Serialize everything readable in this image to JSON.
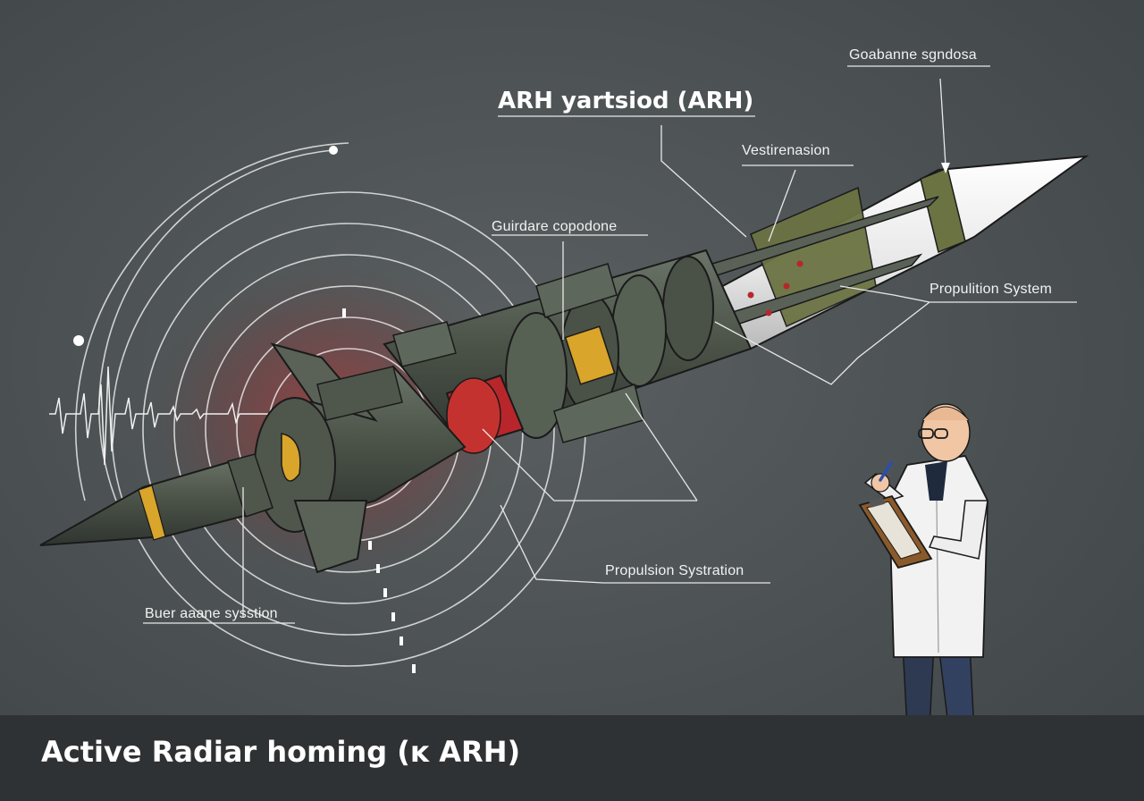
{
  "labels": {
    "top_right": "Goabanne sgndosa",
    "main_title": "ARH yartsiod (ARH)",
    "vestrenasion": "Vestirenasion",
    "guidance": "Guirdare copodone",
    "propulsion_right": "Propulition System",
    "propulsion_lower": "Propulsion Systration",
    "seeker": "Buer aaane sysstion"
  },
  "caption": "Active Radiar homing (ĸ ARH)",
  "icons": [
    "radar-wave-icon",
    "missile-icon",
    "scientist-icon",
    "clipboard-icon",
    "pen-icon"
  ],
  "colors": {
    "background": "#4b5153",
    "caption_bar": "#2f3234",
    "missile_body": "#4a5247",
    "missile_nose_front": "#eeeeee",
    "band_yellow": "#d9a52a",
    "band_red": "#b8262b",
    "band_olive": "#6b7343",
    "radar_glow": "#a83434"
  }
}
